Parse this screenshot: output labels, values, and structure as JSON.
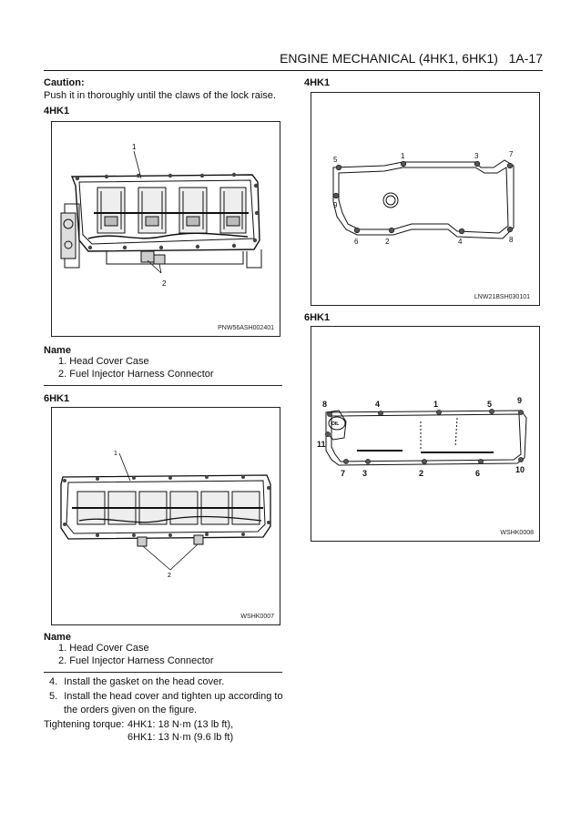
{
  "header": {
    "title": "ENGINE MECHANICAL (4HK1, 6HK1)",
    "page": "1A-17"
  },
  "caution": {
    "heading": "Caution:",
    "text": "Push it in thoroughly until the claws of the lock raise."
  },
  "left_4hk1": {
    "heading": "4HK1",
    "figure": {
      "code": "PNW56ASH002401",
      "callouts": [
        "1",
        "2"
      ]
    },
    "name_heading": "Name",
    "names": [
      "1.  Head Cover Case",
      "2.  Fuel Injector Harness Connector"
    ]
  },
  "left_6hk1": {
    "heading": "6HK1",
    "figure": {
      "code": "WSHK0007",
      "callouts": [
        "1",
        "2"
      ]
    },
    "name_heading": "Name",
    "names": [
      "1.  Head Cover Case",
      "2.  Fuel Injector Harness Connector"
    ]
  },
  "steps": [
    {
      "num": "4.",
      "text": "Install the gasket on the head cover."
    },
    {
      "num": "5.",
      "text": "Install the head cover and tighten up according to",
      "text2": "the orders given on the figure."
    }
  ],
  "torque": {
    "label": "Tightening torque:",
    "line1": "4HK1: 18 N·m (13 lb ft),",
    "line2": "6HK1: 13 N·m (9.6 lb ft)"
  },
  "right_4hk1": {
    "heading": "4HK1",
    "figure": {
      "code": "LNW21BSH030101",
      "callouts": [
        "5",
        "1",
        "3",
        "7",
        "9",
        "6",
        "2",
        "4",
        "8"
      ]
    }
  },
  "right_6hk1": {
    "heading": "6HK1",
    "figure": {
      "code": "WSHK0008",
      "oil_label": "OIL",
      "callouts": [
        "8",
        "4",
        "1",
        "5",
        "9",
        "11",
        "7",
        "3",
        "2",
        "6",
        "10"
      ]
    }
  }
}
